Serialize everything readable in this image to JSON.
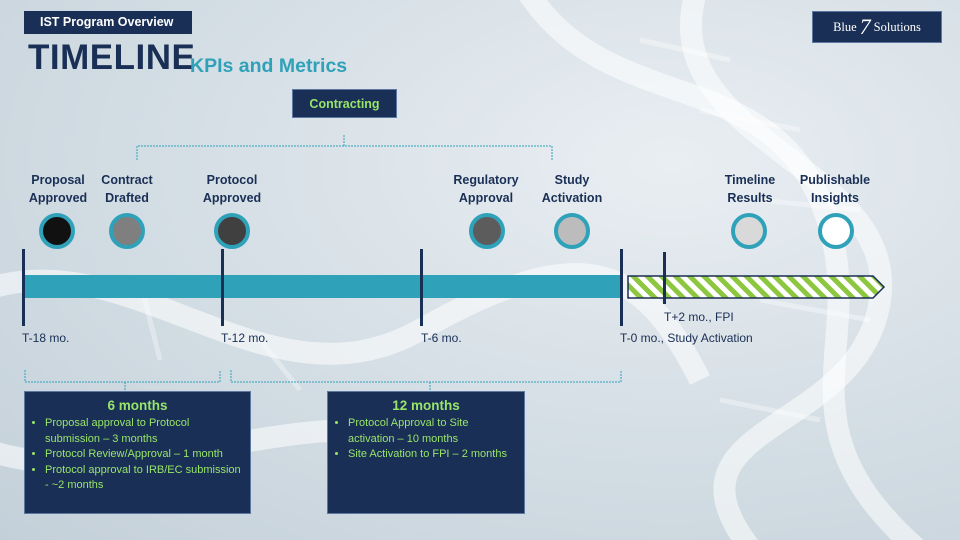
{
  "header": {
    "tag": "IST Program Overview",
    "title": "TIMELINE",
    "subtitle": "KPIs and Metrics"
  },
  "logo": {
    "left": "Blue",
    "seven": "7",
    "right": "Solutions"
  },
  "contracting": {
    "label": "Contracting"
  },
  "milestones": [
    {
      "line1": "Proposal",
      "line2": "Approved",
      "color": "#111111"
    },
    {
      "line1": "Contract",
      "line2": "Drafted",
      "color": "#7f7f7f"
    },
    {
      "line1": "Protocol",
      "line2": "Approved",
      "color": "#404040"
    },
    {
      "line1": "Regulatory",
      "line2": "Approval",
      "color": "#5c5c5c"
    },
    {
      "line1": "Study",
      "line2": "Activation",
      "color": "#bcbcbc"
    },
    {
      "line1": "Timeline",
      "line2": "Results",
      "color": "#d9d9d9"
    },
    {
      "line1": "Publishable",
      "line2": "Insights",
      "color": "#ffffff"
    }
  ],
  "timeline": {
    "t18": "T-18 mo.",
    "t12": "T-12 mo.",
    "t6": "T-6 mo.",
    "t0": "T-0 mo., Study Activation",
    "tplus2": "T+2 mo., FPI",
    "colors": {
      "bar": "#2fa1b9",
      "future_stripe": "#8dc63f",
      "navy": "#1a2f55"
    }
  },
  "box1": {
    "title": "6 months",
    "items": [
      "Proposal approval to Protocol submission – 3 months",
      "Protocol Review/Approval – 1 month",
      "Protocol approval to IRB/EC submission - ~2 months"
    ]
  },
  "box2": {
    "title": "12 months",
    "items": [
      "Protocol Approval to Site activation – 10 months",
      "Site Activation to FPI – 2 months"
    ]
  }
}
